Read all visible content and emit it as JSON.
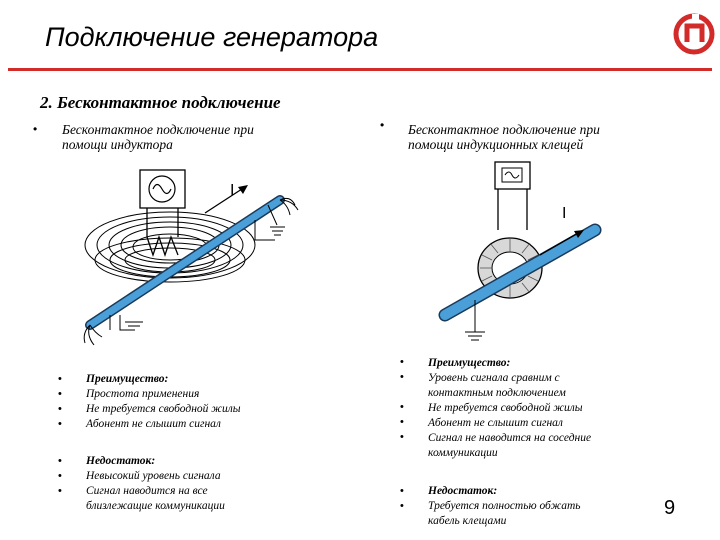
{
  "header": {
    "title": "Подключение генератора",
    "accent_color": "#d32a2a",
    "logo_icon": "company-logo-icon"
  },
  "subtitle": "2. Бесконтактное подключение",
  "left": {
    "bullet": "•",
    "heading_line1": "Бесконтактное подключение при",
    "heading_line2": "помощи индуктора",
    "figure": {
      "current_label": "I",
      "wire_color": "#4a9fd8"
    },
    "adv_title": "Преимущество:",
    "adv_items": [
      "Простота применения",
      "Не требуется свободной жилы",
      "Абонент не слышит сигнал"
    ],
    "dis_title": "Недостаток:",
    "dis_items": [
      "Невысокий уровень сигнала",
      "Сигнал наводится на все",
      "близлежащие коммуникации"
    ]
  },
  "right": {
    "bullet": "•",
    "heading_line1": "Бесконтактное подключение при",
    "heading_line2": "помощи индукционных клещей",
    "figure": {
      "current_label": "I",
      "wire_color": "#4a9fd8"
    },
    "adv_title": "Преимущество:",
    "adv_items": [
      "Уровень сигнала сравним с",
      "контактным подключением",
      "Не требуется свободной жилы",
      "Абонент не слышит сигнал",
      "Сигнал не наводится на соседние",
      "коммуникации"
    ],
    "dis_title": "Недостаток:",
    "dis_items": [
      "Требуется полностью обжать",
      "кабель клещами"
    ]
  },
  "page_number": "9"
}
